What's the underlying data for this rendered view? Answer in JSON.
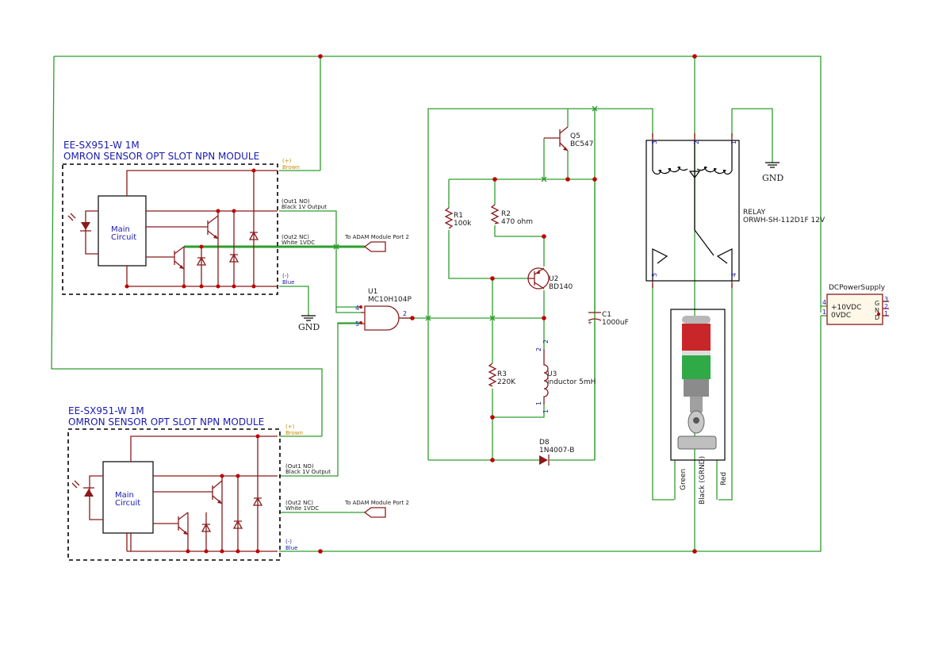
{
  "sensor_top": {
    "title": "EE-SX951-W 1M",
    "subtitle": "OMRON SENSOR OPT SLOT NPN MODULE",
    "main_circuit": [
      "Main",
      "Circuit"
    ],
    "plus_label": "(+)",
    "brown_label": "Brown",
    "out1_label": "(Out1 NO)",
    "out1_desc": "Black 1V Output",
    "out2_label": "(Out2 NC)",
    "out2_desc": "White 1VDC",
    "minus_label": "(-)",
    "blue_label": "Blue",
    "adam_label": "To ADAM Module Port 2"
  },
  "sensor_bottom": {
    "title": "EE-SX951-W 1M",
    "subtitle": "OMRON SENSOR OPT SLOT NPN MODULE",
    "main_circuit": [
      "Main",
      "Circuit"
    ],
    "plus_label": "(+)",
    "brown_label": "Brown",
    "out1_label": "(Out1 NO)",
    "out1_desc": "Black 1V Output",
    "out2_label": "(Out2 NC)",
    "out2_desc": "White 1VDC",
    "minus_label": "(-)",
    "blue_label": "Blue",
    "adam_label": "To ADAM Module Port 2"
  },
  "gnd_labels": [
    "GND",
    "GND"
  ],
  "u1": {
    "ref": "U1",
    "value": "MC10H104P",
    "pins": [
      "4",
      "5",
      "2"
    ]
  },
  "q5": {
    "ref": "Q5",
    "value": "BC547"
  },
  "r1": {
    "ref": "R1",
    "value": "100k"
  },
  "r2": {
    "ref": "R2",
    "value": "470 ohm"
  },
  "u2": {
    "ref": "U2",
    "value": "BD140"
  },
  "c1": {
    "ref": "C1",
    "value": "1000uF",
    "polarity": "+"
  },
  "r3": {
    "ref": "R3",
    "value": "220K"
  },
  "u3": {
    "ref": "U3",
    "value": "inductor 5mH",
    "pins": [
      "2",
      "2",
      "1",
      "1"
    ]
  },
  "d8": {
    "ref": "D8",
    "value": "1N4007-B"
  },
  "relay": {
    "ref": "RELAY",
    "value": "ORWH-SH-112D1F 12V",
    "pins": [
      "3",
      "2",
      "1",
      "5",
      "4"
    ]
  },
  "power": {
    "ref": "DCPowerSupply",
    "line1": "+10VDC",
    "line2": "0VDC",
    "pins_left": [
      "4",
      "1"
    ],
    "pins_right": [
      "3",
      "2",
      "1"
    ],
    "side_letters": [
      "G",
      "N",
      "D"
    ]
  },
  "stack_light": {
    "wires": [
      "Green",
      "Black (GRND)",
      "Red"
    ]
  },
  "colors": {
    "wire": "#2e9e2e",
    "component": "#8b1a1a",
    "text": "#1a1ab0",
    "junction": "#c00000",
    "label_power": "#c98a00"
  }
}
